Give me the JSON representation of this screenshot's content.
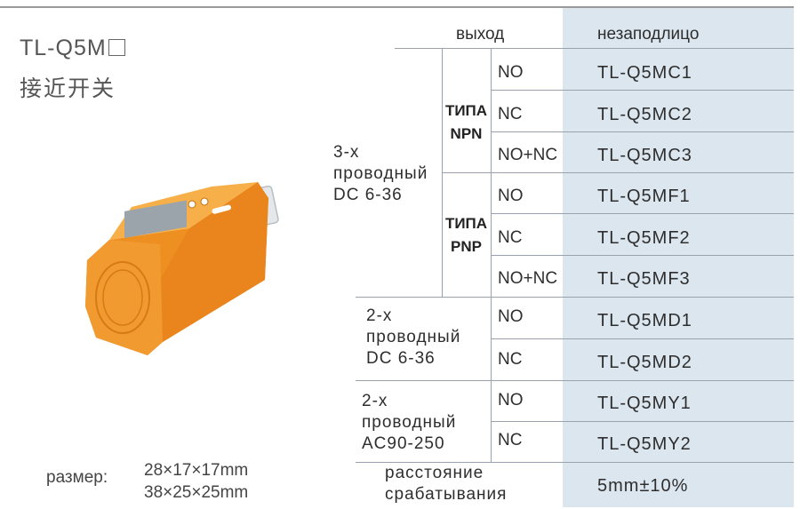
{
  "title": {
    "main": "TL-Q5M",
    "cn": "接近开关"
  },
  "header": {
    "output": "выход",
    "mount": "незаподлицо"
  },
  "groups": {
    "g1": {
      "l1": "3-х",
      "l2": "проводный",
      "l3": "DC 6-36"
    },
    "g2": {
      "l1": "2-х",
      "l2": "проводный",
      "l3": "DC 6-36"
    },
    "g3": {
      "l1": "2-х",
      "l2": "проводный",
      "l3": "AC90-250"
    }
  },
  "types": {
    "npn": {
      "l1": "ТИПА",
      "l2": "NPN"
    },
    "pnp": {
      "l1": "ТИПА",
      "l2": "PNP"
    }
  },
  "rows": [
    {
      "output": "NO",
      "model": "TL-Q5MC1"
    },
    {
      "output": "NC",
      "model": "TL-Q5MC2"
    },
    {
      "output": "NO+NC",
      "model": "TL-Q5MC3"
    },
    {
      "output": "NO",
      "model": "TL-Q5MF1"
    },
    {
      "output": "NC",
      "model": "TL-Q5MF2"
    },
    {
      "output": "NO+NC",
      "model": "TL-Q5MF3"
    },
    {
      "output": "NO",
      "model": "TL-Q5MD1"
    },
    {
      "output": "NC",
      "model": "TL-Q5MD2"
    },
    {
      "output": "NO",
      "model": "TL-Q5MY1"
    },
    {
      "output": "NC",
      "model": "TL-Q5MY2"
    }
  ],
  "distance": {
    "l1": "расстояние",
    "l2": "срабатывания",
    "value": "5mm±10%"
  },
  "size": {
    "label": "размер:",
    "d1": "28×17×17mm",
    "d2": "38×25×25mm"
  },
  "colors": {
    "accent_bg": "#dbe6ef",
    "sensor": "#f0952a"
  }
}
